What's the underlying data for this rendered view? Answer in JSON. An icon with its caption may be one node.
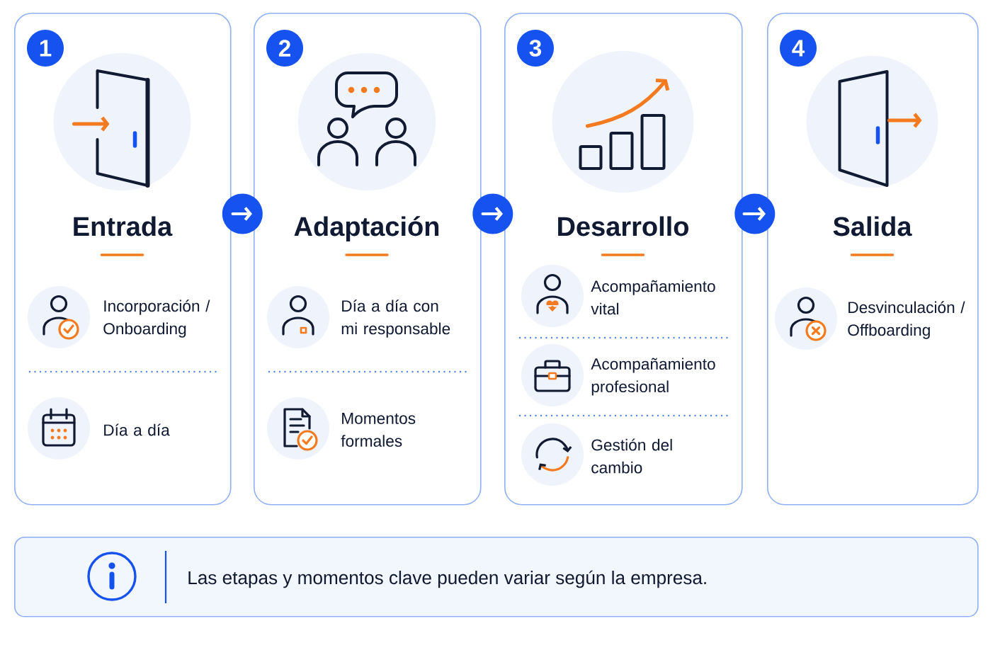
{
  "diagram": {
    "nodes": [
      {
        "text": [
          "Entrada",
          "Incorporación / Onboarding",
          "Día a día"
        ]
      },
      {
        "text": [
          "1"
        ],
        "in": 0
      },
      {
        "text": [
          "Adaptación",
          "Día a día con mi responsable",
          "Momentos formales"
        ]
      },
      {
        "text": [
          "2"
        ],
        "in": 2
      },
      {
        "text": [
          "Desarrollo",
          "Acompañamiento vital",
          "Acompañamiento profesional",
          "Gestión del cambio"
        ]
      },
      {
        "text": [
          "3"
        ],
        "in": 4
      },
      {
        "text": [
          "Salida",
          "Desvinculación / Offboarding"
        ]
      },
      {
        "text": [
          "4"
        ],
        "in": 6
      },
      {
        "text": [
          "Las etapas y momentos clave pueden variar según la empresa."
        ]
      }
    ],
    "edges": [
      {
        "from": 0,
        "to": 2,
        "arrow": "to"
      },
      {
        "from": 2,
        "to": 4,
        "arrow": "to"
      },
      {
        "from": 4,
        "to": 6,
        "arrow": "to"
      }
    ]
  }
}
